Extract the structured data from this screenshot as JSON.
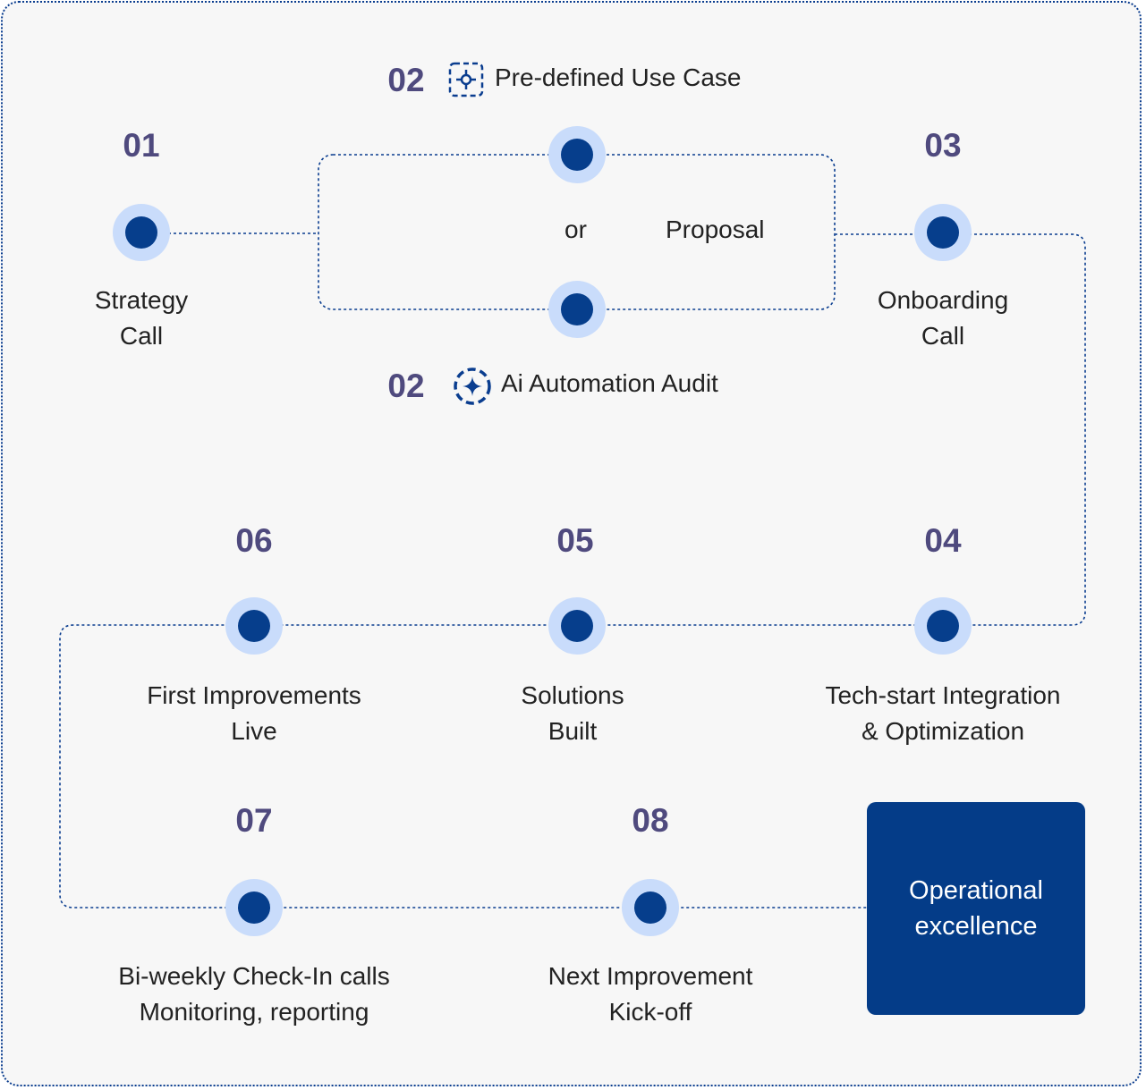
{
  "steps": {
    "s01": {
      "number": "01",
      "label": "Strategy\nCall"
    },
    "s02a": {
      "number": "02",
      "title": "Pre-defined Use Case"
    },
    "s02b": {
      "number": "02",
      "title": "Ai Automation Audit"
    },
    "junction": {
      "or": "or",
      "proposal": "Proposal"
    },
    "s03": {
      "number": "03",
      "label": "Onboarding\nCall"
    },
    "s04": {
      "number": "04",
      "label": "Tech-start Integration\n& Optimization"
    },
    "s05": {
      "number": "05",
      "label": "Solutions\nBuilt"
    },
    "s06": {
      "number": "06",
      "label": "First Improvements\nLive"
    },
    "s07": {
      "number": "07",
      "label": "Bi-weekly Check-In calls\nMonitoring, reporting"
    },
    "s08": {
      "number": "08",
      "label": "Next Improvement\nKick-off"
    }
  },
  "finale": {
    "label": "Operational\nexcellence"
  },
  "icons": {
    "s02a": "dashed-target-icon",
    "s02b": "sparkle-cycle-icon"
  },
  "colors": {
    "node_outer": "#c9dcfb",
    "node_inner": "#063e8c",
    "number": "#4f4a7e",
    "finale_bg": "#043c88",
    "line": "#0a3d8f"
  }
}
